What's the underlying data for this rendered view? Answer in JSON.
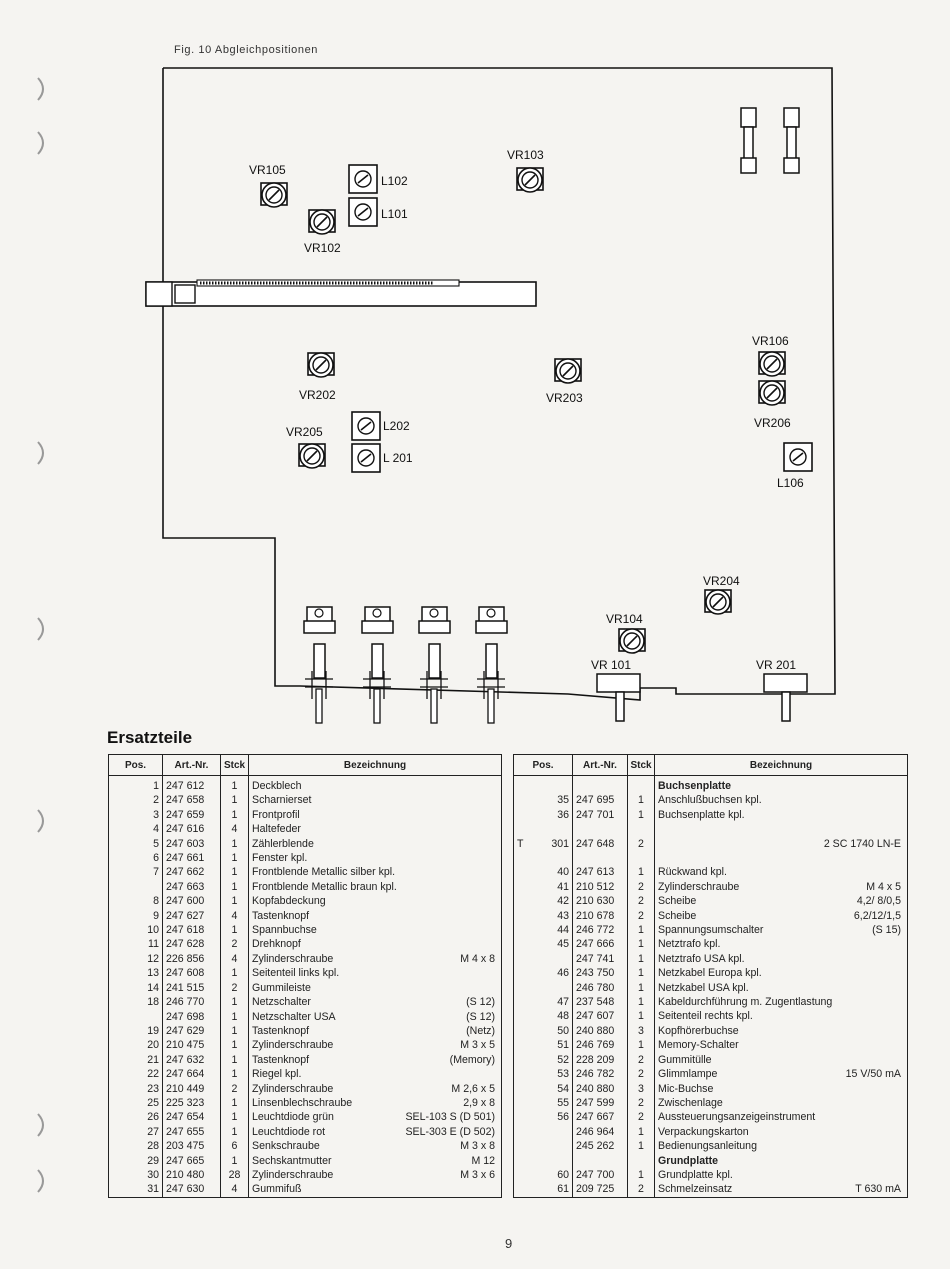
{
  "caption": "Fig. 10  Abgleichpositionen",
  "diagram_labels": {
    "vr105": "VR105",
    "vr102": "VR102",
    "l102": "L102",
    "l101": "L101",
    "vr103": "VR103",
    "vr202": "VR202",
    "vr203": "VR203",
    "vr205": "VR205",
    "l202": "L202",
    "l201": "L 201",
    "vr106": "VR106",
    "vr206": "VR206",
    "l106": "L106",
    "vr204": "VR204",
    "vr104": "VR104",
    "vr101": "VR 101",
    "vr201": "VR 201"
  },
  "section_title": "Ersatzteile",
  "columns": {
    "pos": "Pos.",
    "art": "Art.-Nr.",
    "qty": "Stck",
    "desc": "Bezeichnung"
  },
  "left_rows": [
    {
      "pos": "1",
      "art": "247 612",
      "qty": "1",
      "desc": "Deckblech",
      "val": ""
    },
    {
      "pos": "2",
      "art": "247 658",
      "qty": "1",
      "desc": "Scharnierset",
      "val": ""
    },
    {
      "pos": "3",
      "art": "247 659",
      "qty": "1",
      "desc": "Frontprofil",
      "val": ""
    },
    {
      "pos": "4",
      "art": "247 616",
      "qty": "4",
      "desc": "Haltefeder",
      "val": ""
    },
    {
      "pos": "5",
      "art": "247 603",
      "qty": "1",
      "desc": "Zählerblende",
      "val": ""
    },
    {
      "pos": "6",
      "art": "247 661",
      "qty": "1",
      "desc": "Fenster kpl.",
      "val": ""
    },
    {
      "pos": "7",
      "art": "247 662",
      "qty": "1",
      "desc": "Frontblende Metallic silber kpl.",
      "val": ""
    },
    {
      "pos": "",
      "art": "247 663",
      "qty": "1",
      "desc": "Frontblende Metallic braun kpl.",
      "val": ""
    },
    {
      "pos": "8",
      "art": "247 600",
      "qty": "1",
      "desc": "Kopfabdeckung",
      "val": ""
    },
    {
      "pos": "9",
      "art": "247 627",
      "qty": "4",
      "desc": "Tastenknopf",
      "val": ""
    },
    {
      "pos": "10",
      "art": "247 618",
      "qty": "1",
      "desc": "Spannbuchse",
      "val": ""
    },
    {
      "pos": "11",
      "art": "247 628",
      "qty": "2",
      "desc": "Drehknopf",
      "val": ""
    },
    {
      "pos": "12",
      "art": "226 856",
      "qty": "4",
      "desc": "Zylinderschraube",
      "val": "M 4 x 8"
    },
    {
      "pos": "13",
      "art": "247 608",
      "qty": "1",
      "desc": "Seitenteil links kpl.",
      "val": ""
    },
    {
      "pos": "14",
      "art": "241 515",
      "qty": "2",
      "desc": "Gummileiste",
      "val": ""
    },
    {
      "pos": "18",
      "art": "246 770",
      "qty": "1",
      "desc": "Netzschalter",
      "val": "(S 12)"
    },
    {
      "pos": "",
      "art": "247 698",
      "qty": "1",
      "desc": "Netzschalter USA",
      "val": "(S 12)"
    },
    {
      "pos": "19",
      "art": "247 629",
      "qty": "1",
      "desc": "Tastenknopf",
      "val": "(Netz)"
    },
    {
      "pos": "20",
      "art": "210 475",
      "qty": "1",
      "desc": "Zylinderschraube",
      "val": "M 3 x 5"
    },
    {
      "pos": "21",
      "art": "247 632",
      "qty": "1",
      "desc": "Tastenknopf",
      "val": "(Memory)"
    },
    {
      "pos": "22",
      "art": "247 664",
      "qty": "1",
      "desc": "Riegel kpl.",
      "val": ""
    },
    {
      "pos": "23",
      "art": "210 449",
      "qty": "2",
      "desc": "Zylinderschraube",
      "val": "M 2,6 x 5"
    },
    {
      "pos": "25",
      "art": "225 323",
      "qty": "1",
      "desc": "Linsenblechschraube",
      "val": "2,9 x 8"
    },
    {
      "pos": "26",
      "art": "247 654",
      "qty": "1",
      "desc": "Leuchtdiode grün",
      "val": "SEL-103 S (D 501)"
    },
    {
      "pos": "27",
      "art": "247 655",
      "qty": "1",
      "desc": "Leuchtdiode rot",
      "val": "SEL-303 E (D 502)"
    },
    {
      "pos": "28",
      "art": "203 475",
      "qty": "6",
      "desc": "Senkschraube",
      "val": "M 3 x 8"
    },
    {
      "pos": "29",
      "art": "247 665",
      "qty": "1",
      "desc": "Sechskantmutter",
      "val": "M 12"
    },
    {
      "pos": "30",
      "art": "210 480",
      "qty": "28",
      "desc": "Zylinderschraube",
      "val": "M 3 x 6"
    },
    {
      "pos": "31",
      "art": "247 630",
      "qty": "4",
      "desc": "Gummifuß",
      "val": ""
    }
  ],
  "right_rows": [
    {
      "pre": "",
      "pos": "",
      "art": "",
      "qty": "",
      "desc": "Buchsenplatte",
      "val": "",
      "head": true
    },
    {
      "pre": "",
      "pos": "35",
      "art": "247 695",
      "qty": "1",
      "desc": "Anschlußbuchsen kpl.",
      "val": ""
    },
    {
      "pre": "",
      "pos": "36",
      "art": "247 701",
      "qty": "1",
      "desc": "Buchsenplatte kpl.",
      "val": ""
    },
    {
      "pre": "",
      "pos": "",
      "art": "",
      "qty": "",
      "desc": "",
      "val": ""
    },
    {
      "pre": "T",
      "pos": "301",
      "art": "247 648",
      "qty": "2",
      "desc": "",
      "val": "2 SC 1740 LN-E"
    },
    {
      "pre": "",
      "pos": "",
      "art": "",
      "qty": "",
      "desc": "",
      "val": ""
    },
    {
      "pre": "",
      "pos": "40",
      "art": "247 613",
      "qty": "1",
      "desc": "Rückwand kpl.",
      "val": ""
    },
    {
      "pre": "",
      "pos": "41",
      "art": "210 512",
      "qty": "2",
      "desc": "Zylinderschraube",
      "val": "M 4 x 5"
    },
    {
      "pre": "",
      "pos": "42",
      "art": "210 630",
      "qty": "2",
      "desc": "Scheibe",
      "val": "4,2/ 8/0,5"
    },
    {
      "pre": "",
      "pos": "43",
      "art": "210 678",
      "qty": "2",
      "desc": "Scheibe",
      "val": "6,2/12/1,5"
    },
    {
      "pre": "",
      "pos": "44",
      "art": "246 772",
      "qty": "1",
      "desc": "Spannungsumschalter",
      "val": "(S 15)"
    },
    {
      "pre": "",
      "pos": "45",
      "art": "247 666",
      "qty": "1",
      "desc": "Netztrafo kpl.",
      "val": ""
    },
    {
      "pre": "",
      "pos": "",
      "art": "247 741",
      "qty": "1",
      "desc": "Netztrafo USA kpl.",
      "val": ""
    },
    {
      "pre": "",
      "pos": "46",
      "art": "243 750",
      "qty": "1",
      "desc": "Netzkabel Europa kpl.",
      "val": ""
    },
    {
      "pre": "",
      "pos": "",
      "art": "246 780",
      "qty": "1",
      "desc": "Netzkabel USA kpl.",
      "val": ""
    },
    {
      "pre": "",
      "pos": "47",
      "art": "237 548",
      "qty": "1",
      "desc": "Kabeldurchführung m. Zugentlastung",
      "val": ""
    },
    {
      "pre": "",
      "pos": "48",
      "art": "247 607",
      "qty": "1",
      "desc": "Seitenteil rechts kpl.",
      "val": ""
    },
    {
      "pre": "",
      "pos": "50",
      "art": "240 880",
      "qty": "3",
      "desc": "Kopfhörerbuchse",
      "val": ""
    },
    {
      "pre": "",
      "pos": "51",
      "art": "246 769",
      "qty": "1",
      "desc": "Memory-Schalter",
      "val": ""
    },
    {
      "pre": "",
      "pos": "52",
      "art": "228 209",
      "qty": "2",
      "desc": "Gummitülle",
      "val": ""
    },
    {
      "pre": "",
      "pos": "53",
      "art": "246 782",
      "qty": "2",
      "desc": "Glimmlampe",
      "val": "15 V/50 mA"
    },
    {
      "pre": "",
      "pos": "54",
      "art": "240 880",
      "qty": "3",
      "desc": "Mic-Buchse",
      "val": ""
    },
    {
      "pre": "",
      "pos": "55",
      "art": "247 599",
      "qty": "2",
      "desc": "Zwischenlage",
      "val": ""
    },
    {
      "pre": "",
      "pos": "56",
      "art": "247 667",
      "qty": "2",
      "desc": "Aussteuerungsanzeigeinstrument",
      "val": ""
    },
    {
      "pre": "",
      "pos": "",
      "art": "246 964",
      "qty": "1",
      "desc": "Verpackungskarton",
      "val": ""
    },
    {
      "pre": "",
      "pos": "",
      "art": "245 262",
      "qty": "1",
      "desc": "Bedienungsanleitung",
      "val": ""
    },
    {
      "pre": "",
      "pos": "",
      "art": "",
      "qty": "",
      "desc": "Grundplatte",
      "val": "",
      "head": true
    },
    {
      "pre": "",
      "pos": "60",
      "art": "247 700",
      "qty": "1",
      "desc": "Grundplatte kpl.",
      "val": ""
    },
    {
      "pre": "",
      "pos": "61",
      "art": "209 725",
      "qty": "2",
      "desc": "Schmelzeinsatz",
      "val": "T 630 mA"
    }
  ],
  "page_number": "9"
}
